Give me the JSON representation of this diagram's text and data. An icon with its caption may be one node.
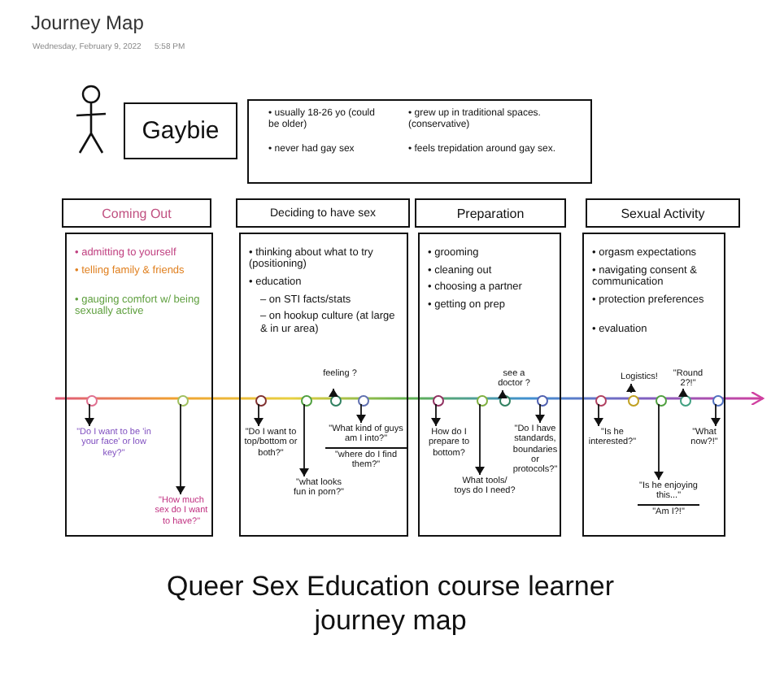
{
  "diagram": {
    "title": "Journey Map",
    "caption": "Queer Sex Education course learner journey map",
    "labels": [
      "Wednesday, February 9, 2022",
      "5:58 PM"
    ],
    "nodes": [
      {
        "text": [],
        "shape": "person"
      },
      {
        "text": [
          "Gaybie"
        ]
      },
      {
        "text": [
          "• usually 18-26 yo (could be older)",
          "• never had gay sex",
          "• grew up in traditional spaces. (conservative)",
          "• feels trepidation around gay sex."
        ]
      },
      {
        "text": [
          "Coming Out"
        ]
      },
      {
        "text": [
          "• admitting to yourself",
          "• telling family & friends",
          "• gauging comfort w/ being sexually active"
        ]
      },
      {
        "text": [
          "Deciding to have sex"
        ]
      },
      {
        "text": [
          "• thinking about what to try (positioning)",
          "• education",
          "– on STI facts/stats",
          "– on hookup culture (at large & in ur area)"
        ]
      },
      {
        "text": [
          "Preparation"
        ]
      },
      {
        "text": [
          "• grooming",
          "• cleaning out",
          "• choosing a partner",
          "• getting on prep"
        ]
      },
      {
        "text": [
          "Sexual Activity"
        ]
      },
      {
        "text": [
          "• orgasm expectations",
          "• navigating consent & communication",
          "• protection preferences",
          "• evaluation"
        ]
      },
      {
        "text": [],
        "shape": "circle",
        "in": 4
      },
      {
        "text": [
          "\"Do I want to be 'in your face' or low key?\""
        ],
        "in": 4
      },
      {
        "text": [],
        "shape": "circle",
        "in": 4
      },
      {
        "text": [
          "\"How much sex do I want to have?\""
        ],
        "in": 4
      },
      {
        "text": [],
        "shape": "circle",
        "in": 6
      },
      {
        "text": [
          "\"Do I want to top/bottom or both?\""
        ],
        "in": 6
      },
      {
        "text": [],
        "shape": "circle",
        "in": 6
      },
      {
        "text": [
          "\"what looks fun in porn?\""
        ],
        "in": 6
      },
      {
        "text": [],
        "shape": "circle",
        "in": 6
      },
      {
        "text": [
          "feeling ?"
        ],
        "in": 6
      },
      {
        "text": [],
        "shape": "circle",
        "in": 6
      },
      {
        "text": [
          "\"What kind of guys am I into?\"",
          "\"where do I find them?\""
        ],
        "in": 6
      },
      {
        "text": [],
        "shape": "circle",
        "in": 8
      },
      {
        "text": [
          "How do I prepare to bottom?"
        ],
        "in": 8
      },
      {
        "text": [],
        "shape": "circle",
        "in": 8
      },
      {
        "text": [
          "What tools/ toys do I need?"
        ],
        "in": 8
      },
      {
        "text": [],
        "shape": "circle",
        "in": 8
      },
      {
        "text": [
          "see a doctor ?"
        ],
        "in": 8
      },
      {
        "text": [],
        "shape": "circle",
        "in": 8
      },
      {
        "text": [
          "\"Do I have standards, boundaries or protocols?\""
        ],
        "in": 8
      },
      {
        "text": [],
        "shape": "circle",
        "in": 10
      },
      {
        "text": [
          "\"Is he interested?\""
        ],
        "in": 10
      },
      {
        "text": [],
        "shape": "circle",
        "in": 10
      },
      {
        "text": [
          "Logistics!"
        ],
        "in": 10
      },
      {
        "text": [],
        "shape": "circle",
        "in": 10
      },
      {
        "text": [
          "\"Is he enjoying this...\"",
          "\"Am I?!\""
        ],
        "in": 10
      },
      {
        "text": [],
        "shape": "circle",
        "in": 10
      },
      {
        "text": [
          "\"Round 2?!\""
        ],
        "in": 10
      },
      {
        "text": [],
        "shape": "circle",
        "in": 10
      },
      {
        "text": [
          "\"What now?!\""
        ],
        "in": 10
      }
    ],
    "edges": [
      {
        "from": 11,
        "to": 12,
        "arrow": "to"
      },
      {
        "from": 13,
        "to": 14,
        "arrow": "to"
      },
      {
        "from": 15,
        "to": 16,
        "arrow": "to"
      },
      {
        "from": 17,
        "to": 18,
        "arrow": "to"
      },
      {
        "from": 19,
        "to": 20,
        "arrow": "to"
      },
      {
        "from": 21,
        "to": 22,
        "arrow": "to"
      },
      {
        "from": 23,
        "to": 24,
        "arrow": "to"
      },
      {
        "from": 25,
        "to": 26,
        "arrow": "to"
      },
      {
        "from": 27,
        "to": 28,
        "arrow": "to"
      },
      {
        "from": 29,
        "to": 30,
        "arrow": "to"
      },
      {
        "from": 31,
        "to": 32,
        "arrow": "to"
      },
      {
        "from": 33,
        "to": 34,
        "arrow": "to"
      },
      {
        "from": 35,
        "to": 36,
        "arrow": "to"
      },
      {
        "from": 37,
        "to": 38,
        "arrow": "to"
      },
      {
        "from": 39,
        "to": 40,
        "arrow": "to"
      }
    ]
  }
}
